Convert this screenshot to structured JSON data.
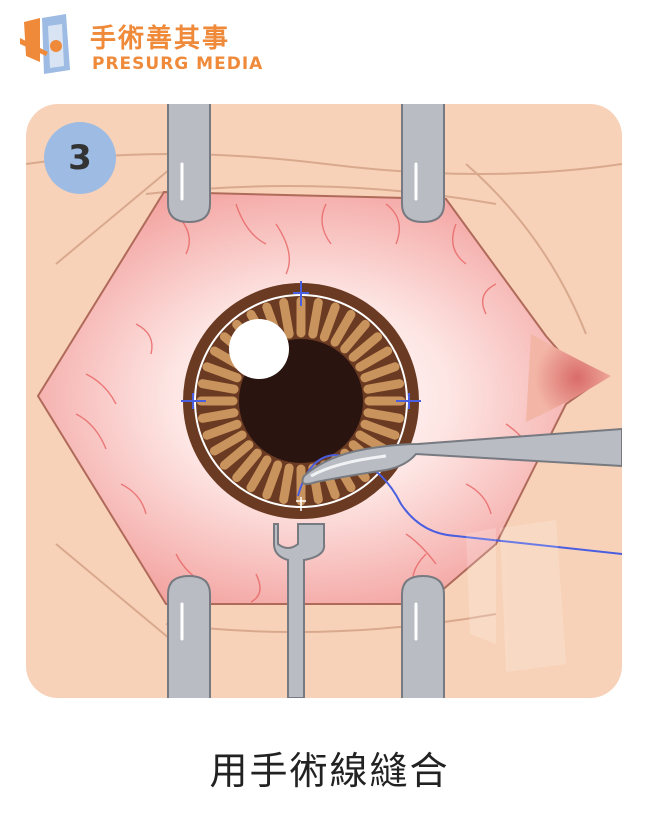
{
  "brand": {
    "name_cn": "手術善其事",
    "name_en": "PRESURG MEDIA",
    "color": "#ef8a3a"
  },
  "step": {
    "number": "3",
    "badge_color": "#9dbbe3"
  },
  "caption": "用手術線縫合",
  "colors": {
    "skin": "#f7d2b8",
    "sclera_tint": "#f6a9a6",
    "iris_brown": "#6b3a22",
    "iris_spoke": "#c8935c",
    "pupil": "#2a1410",
    "instrument": "#b9bcc3",
    "suture": "#4a5ee0"
  },
  "icons": [
    "logo-mark-icon",
    "retractor-icon",
    "forceps-icon",
    "suture-thread-icon",
    "speculum-icon"
  ]
}
